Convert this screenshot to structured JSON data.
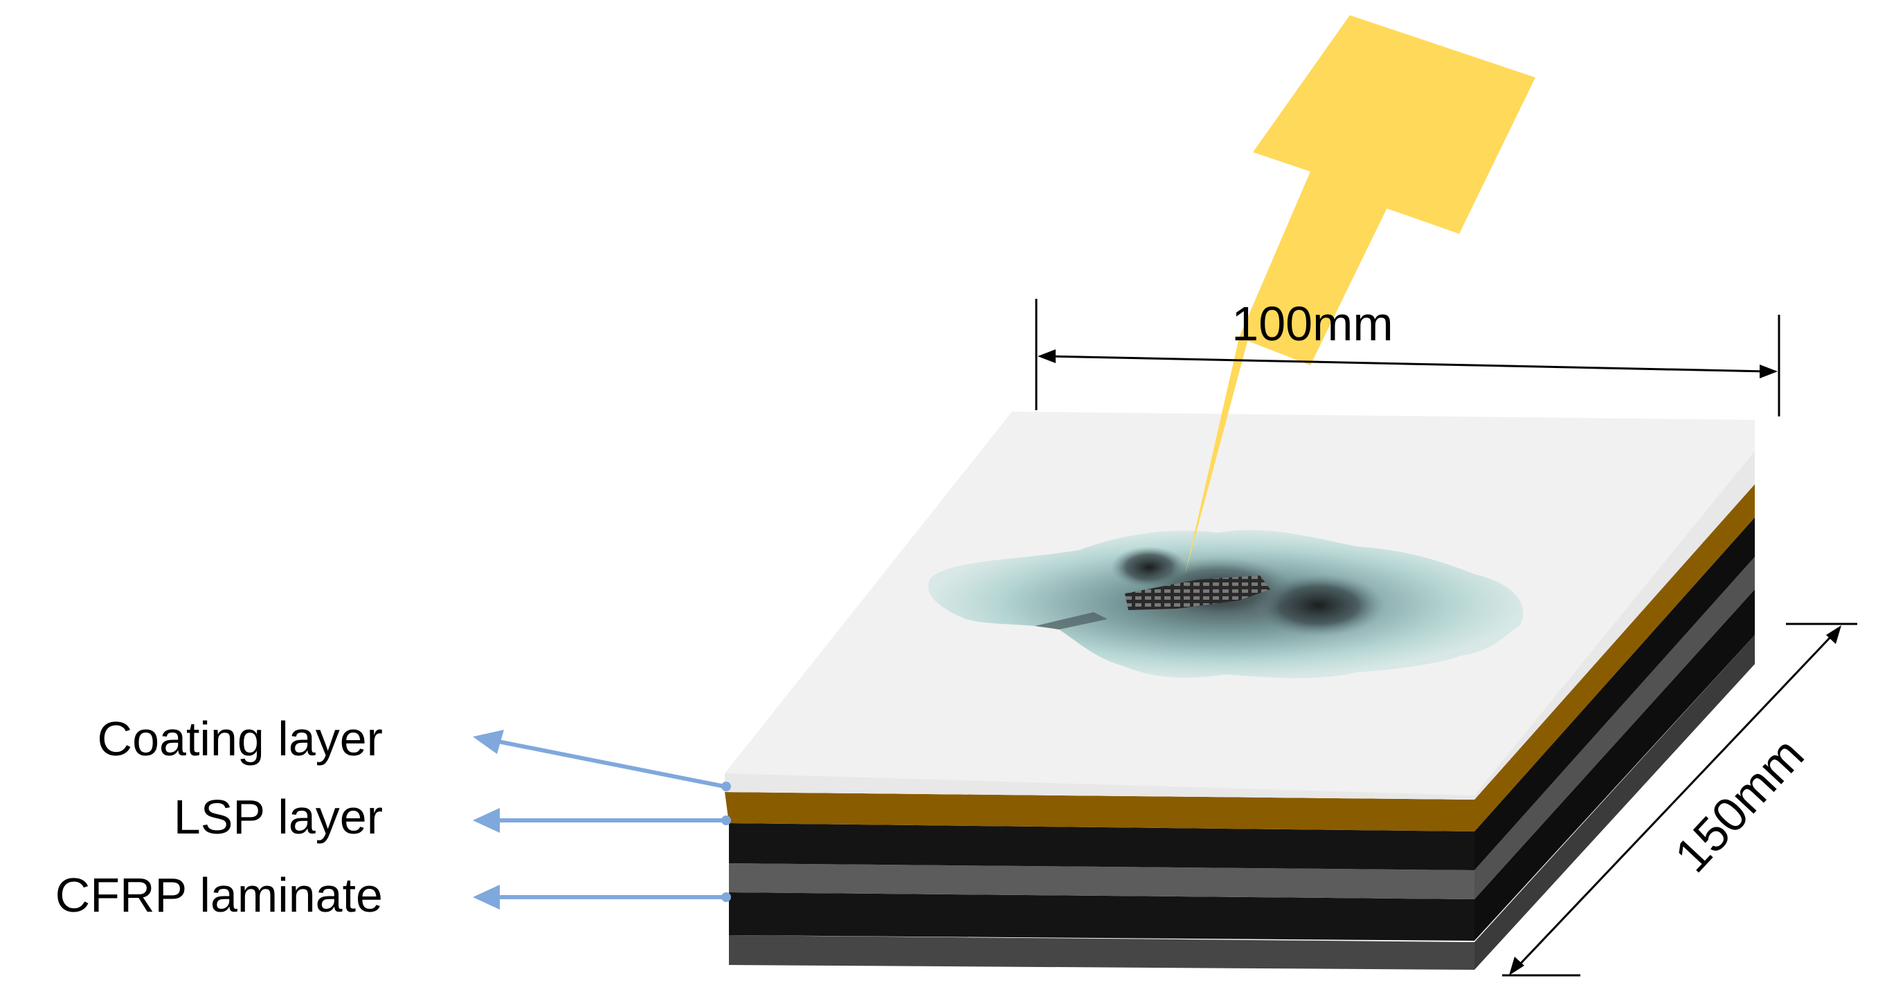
{
  "labels": {
    "coating": "Coating layer",
    "lsp": "LSP layer",
    "cfrp": "CFRP laminate"
  },
  "dimensions": {
    "width": "100mm",
    "depth": "150mm"
  },
  "colors": {
    "coating_top": "#f1f1f1",
    "lsp": "#8a5c00",
    "cfrp_dark": "#141414",
    "cfrp_grey": "#5c5c5c",
    "bottom_grey": "#464646",
    "lightning": "#ffd95a",
    "arrow": "#7fa8dc",
    "damage": "#8fb8b6"
  },
  "icons": {
    "strike": "lightning-bolt-icon"
  }
}
